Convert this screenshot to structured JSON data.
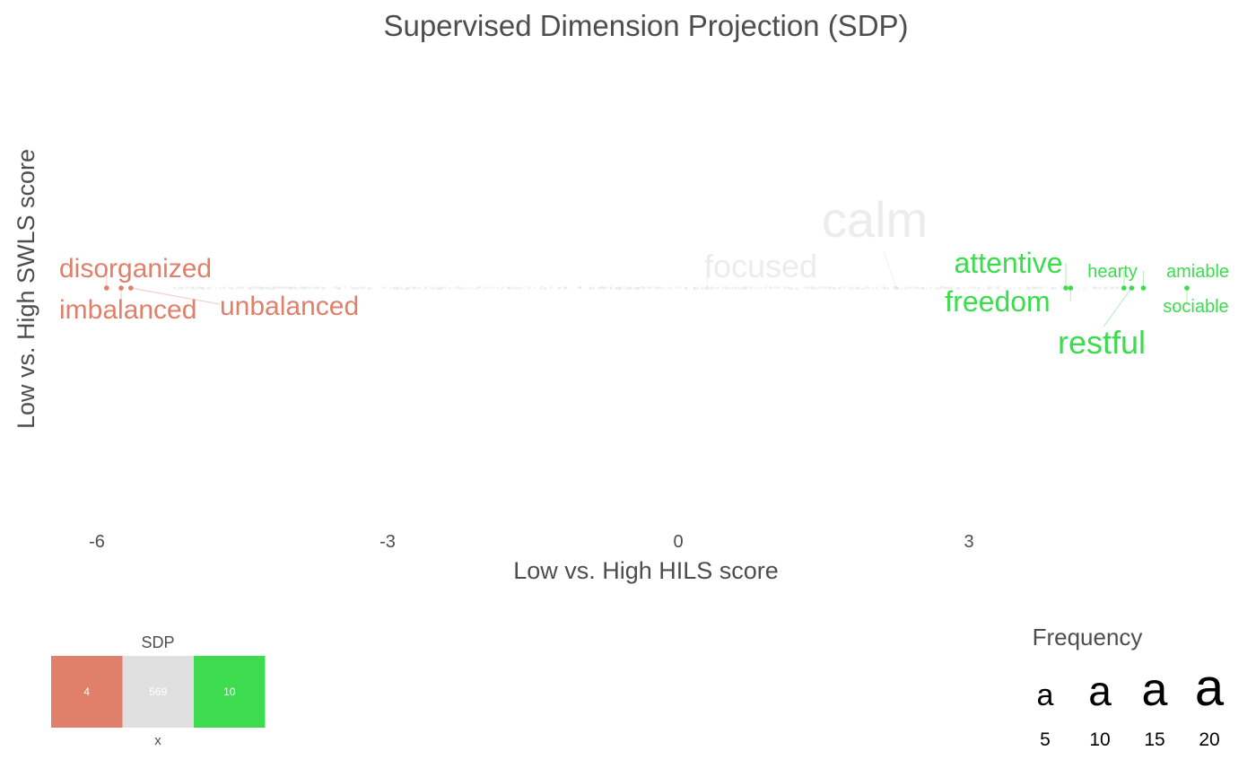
{
  "chart_data": {
    "type": "scatter",
    "title": "Supervised Dimension Projection (SDP)",
    "xlabel": "Low vs. High HILS score",
    "ylabel": "Low vs. High SWLS score",
    "xlim": [
      -6.0,
      5.4
    ],
    "x_ticks": [
      "-6",
      "-3",
      "0",
      "3"
    ],
    "x_tick_values": [
      -6,
      -3,
      0,
      3
    ],
    "colors": {
      "low": "#e07f6a",
      "neutral": "#e0e0e0",
      "high": "#3ddc4f"
    },
    "labeled_points": [
      {
        "word": "disorganized",
        "x": -5.9,
        "group": "low",
        "frequency": 12
      },
      {
        "word": "imbalanced",
        "x": -5.75,
        "group": "low",
        "frequency": 12
      },
      {
        "word": "unbalanced",
        "x": -5.65,
        "group": "low",
        "frequency": 12
      },
      {
        "word": "calm",
        "x": 2.25,
        "group": "neutral",
        "frequency": 24
      },
      {
        "word": "focused",
        "x": 0.3,
        "group": "neutral",
        "frequency": 14
      },
      {
        "word": "attentive",
        "x": 4.0,
        "group": "high",
        "frequency": 13
      },
      {
        "word": "freedom",
        "x": 4.05,
        "group": "high",
        "frequency": 13
      },
      {
        "word": "hearty",
        "x": 4.6,
        "group": "high",
        "frequency": 8
      },
      {
        "word": "restful",
        "x": 4.68,
        "group": "high",
        "frequency": 14
      },
      {
        "word": "amiable",
        "x": 4.8,
        "group": "high",
        "frequency": 8
      },
      {
        "word": "sociable",
        "x": 5.25,
        "group": "high",
        "frequency": 8
      }
    ],
    "background_points_note": "",
    "legend": {
      "sdp": {
        "title": "SDP",
        "axis_label": "x",
        "cells": [
          {
            "count": "4",
            "color": "#e07f6a"
          },
          {
            "count": "569",
            "color": "#e0e0e0"
          },
          {
            "count": "10",
            "color": "#3ddc4f"
          }
        ]
      },
      "frequency": {
        "title": "Frequency",
        "glyph": "a",
        "values": [
          "5",
          "10",
          "15",
          "20"
        ]
      }
    }
  }
}
